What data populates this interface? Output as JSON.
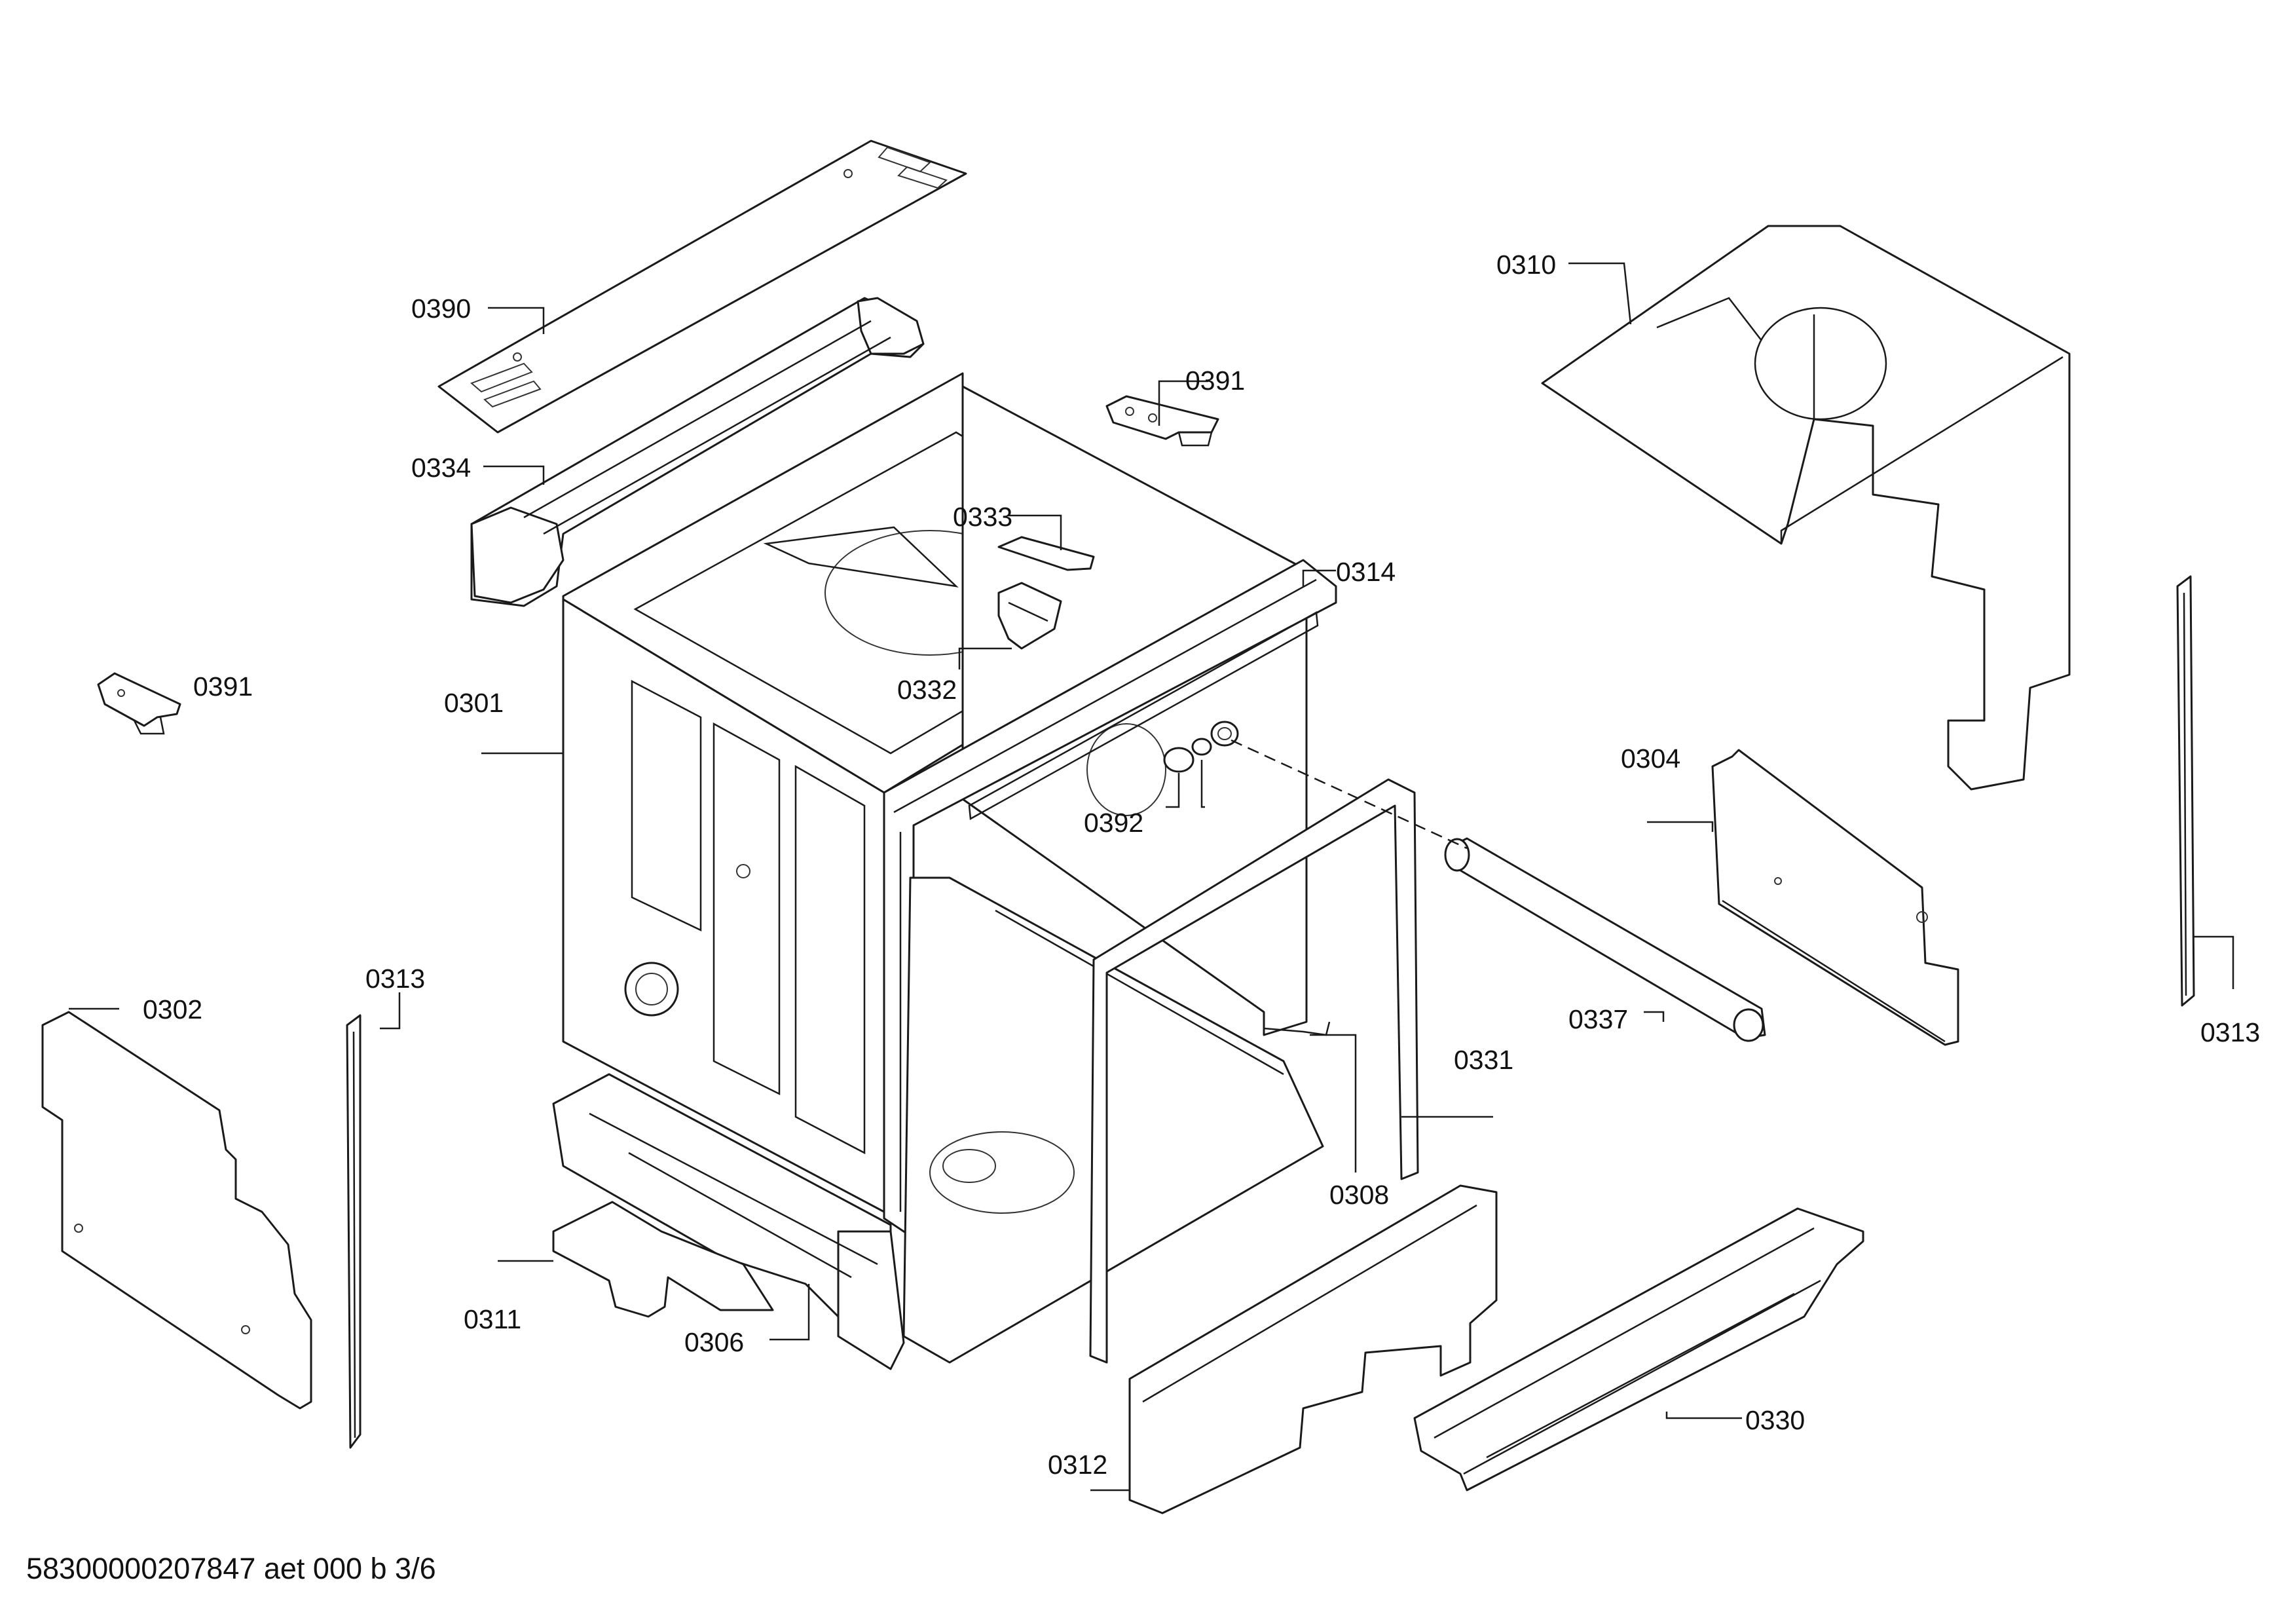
{
  "diagram": {
    "labels": {
      "l0390": "0390",
      "l0391a": "0391",
      "l0391b": "0391",
      "l0334": "0334",
      "l0333": "0333",
      "l0332": "0332",
      "l0314": "0314",
      "l0310": "0310",
      "l0301": "0301",
      "l0392": "0392",
      "l0304": "0304",
      "l0302": "0302",
      "l0313a": "0313",
      "l0313b": "0313",
      "l0337": "0337",
      "l0331": "0331",
      "l0308": "0308",
      "l0311": "0311",
      "l0306": "0306",
      "l0312": "0312",
      "l0330": "0330"
    },
    "footer": "58300000207847 aet 000 b 3/6"
  }
}
